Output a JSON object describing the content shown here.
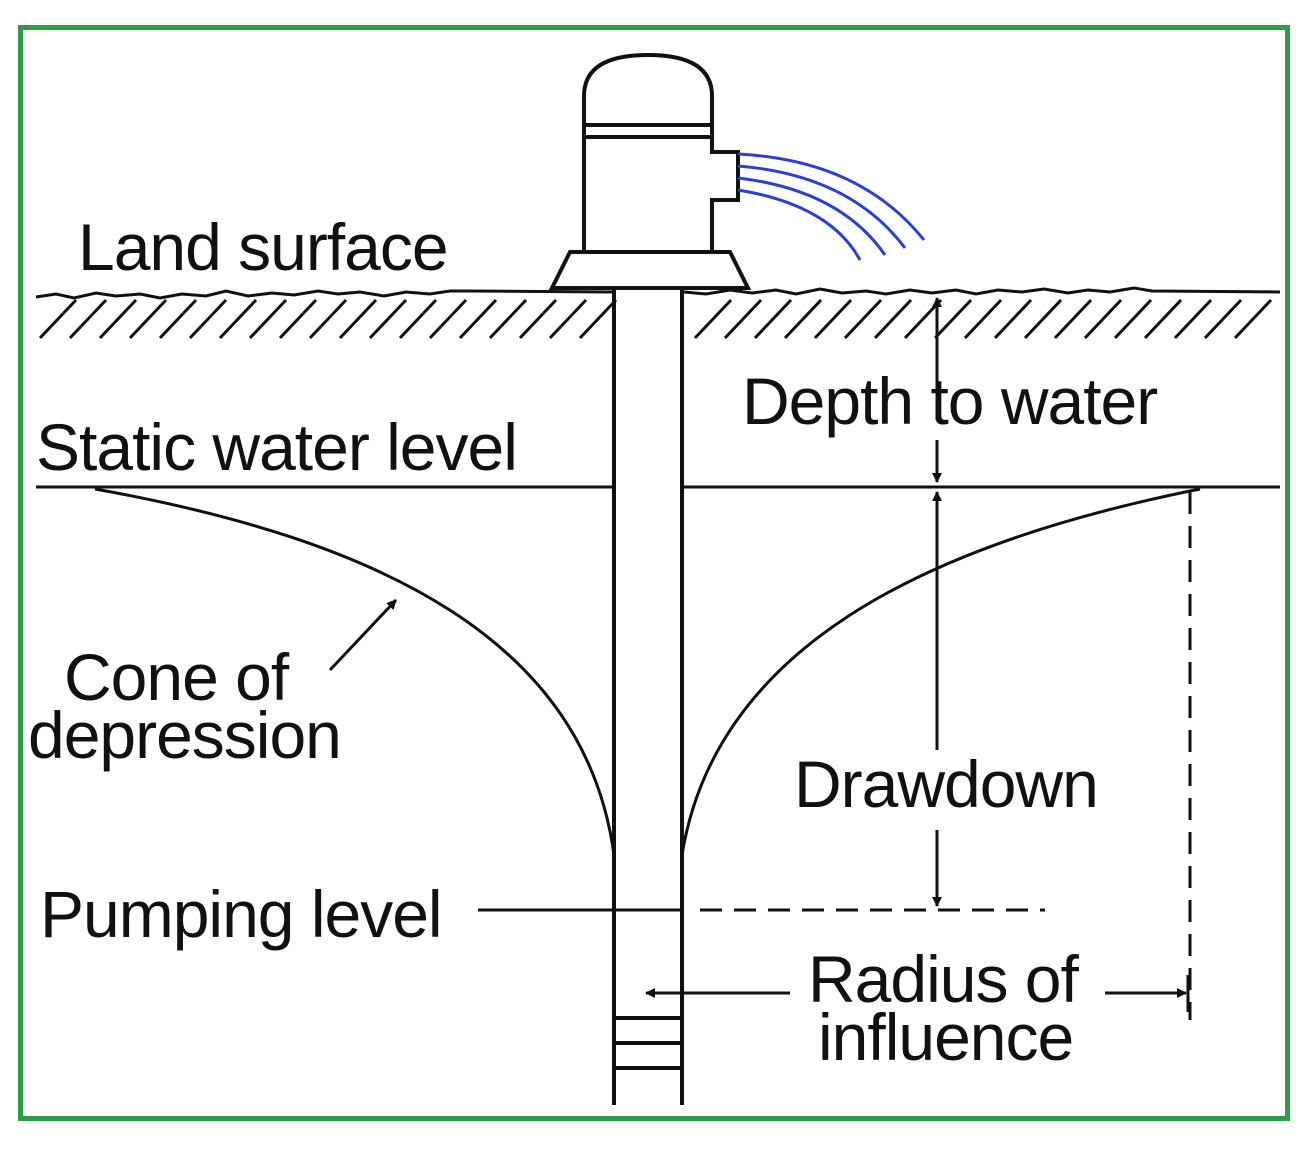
{
  "labels": {
    "land_surface": "Land surface",
    "depth_to_water": "Depth to water",
    "static_water_level": "Static water level",
    "cone_line1": "Cone of",
    "cone_line2": "depression",
    "drawdown": "Drawdown",
    "pumping_level": "Pumping level",
    "radius_line1": "Radius of",
    "radius_line2": "influence"
  },
  "colors": {
    "frame": "#2e9d4a",
    "line": "#111111",
    "water_stream": "#2b3fd6"
  }
}
